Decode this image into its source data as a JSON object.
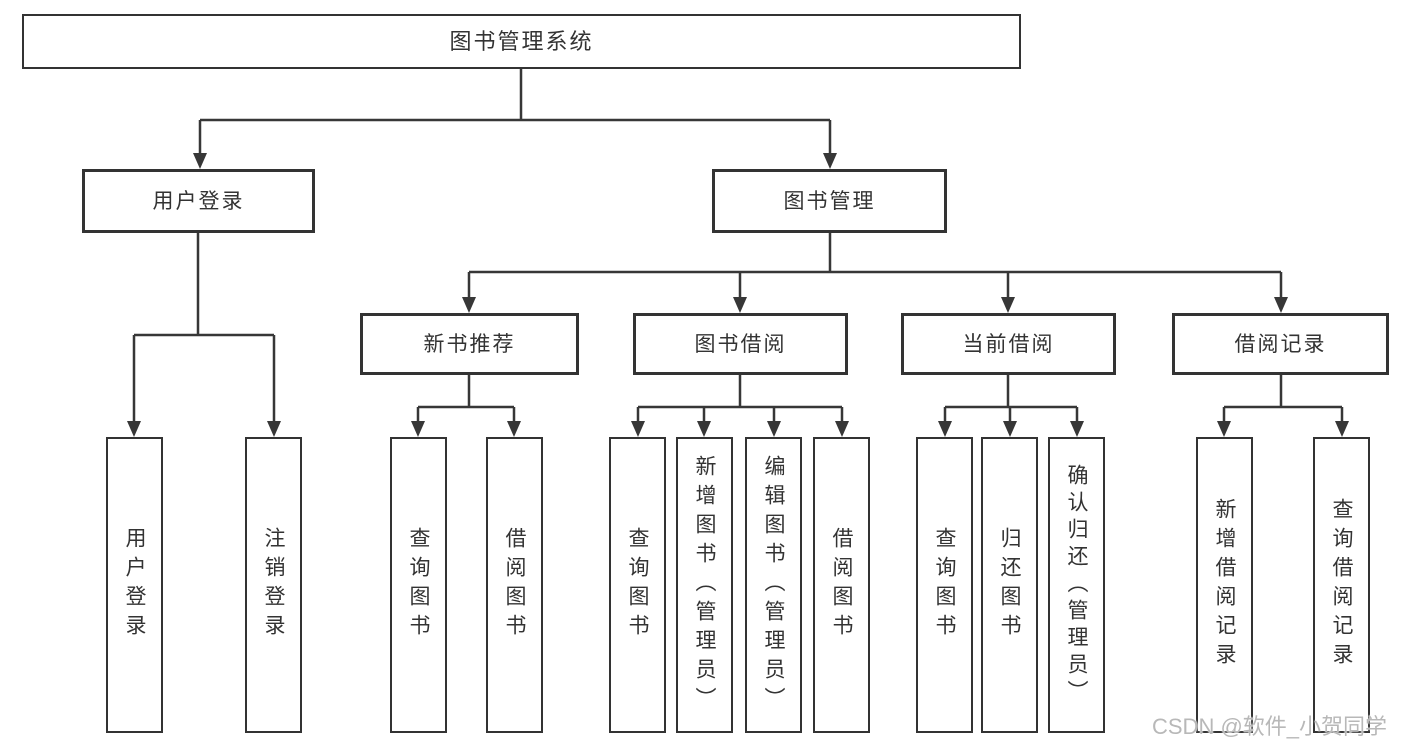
{
  "diagram_title": "图书管理系统",
  "nodes": {
    "root": "图书管理系统",
    "user_login": "用户登录",
    "book_management": "图书管理",
    "new_book_recommend": "新书推荐",
    "book_borrow": "图书借阅",
    "current_borrow": "当前借阅",
    "borrow_record": "借阅记录",
    "leaf_user_login": "用户登录",
    "leaf_logout": "注销登录",
    "leaf_nbr_query_book": "查询图书",
    "leaf_nbr_borrow_book": "借阅图书",
    "leaf_bb_query_book": "查询图书",
    "leaf_bb_add_book": "新增图书（管理员）",
    "leaf_bb_edit_book": "编辑图书（管理员）",
    "leaf_bb_borrow_book": "借阅图书",
    "leaf_cb_query_book": "查询图书",
    "leaf_cb_return_book": "归还图书",
    "leaf_cb_confirm_return": "确认归还（管理员）",
    "leaf_br_add_record": "新增借阅记录",
    "leaf_br_query_record": "查询借阅记录"
  },
  "watermark": {
    "text": "CSDN @软件_小贺同学",
    "color": "#b8b8b8"
  },
  "colors": {
    "line": "#373737",
    "box_border": "#333333",
    "text": "#333333",
    "background": "#ffffff"
  }
}
